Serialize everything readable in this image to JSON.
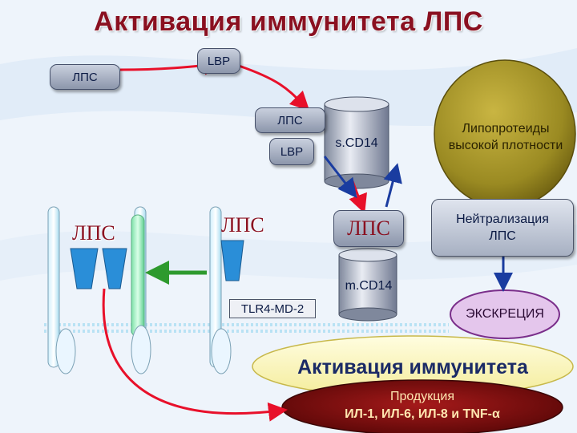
{
  "title": "Активация иммунитета ЛПС",
  "labels": {
    "lps": "ЛПС",
    "lbp": "LBP",
    "scd14": "s.CD14",
    "mcd14": "m.CD14",
    "tlr4": "TLR4-MD-2",
    "hdl": "Липопротеиды высокой плотности",
    "neutral": "Нейтрализация ЛПС",
    "excretion": "ЭКСКРЕЦИЯ",
    "activation": "Активация иммунитета",
    "production_1": "Продукция",
    "production_2": "ИЛ-1, ИЛ-6, ИЛ-8 и TNF-α"
  },
  "colors": {
    "title": "#8a1020",
    "arrow": "#e8102a",
    "hdl_sphere": "#9a8a22",
    "activation_oval": "#fff8b8",
    "production_oval": "#7a0c10",
    "membrane": "#b9e2f4"
  }
}
